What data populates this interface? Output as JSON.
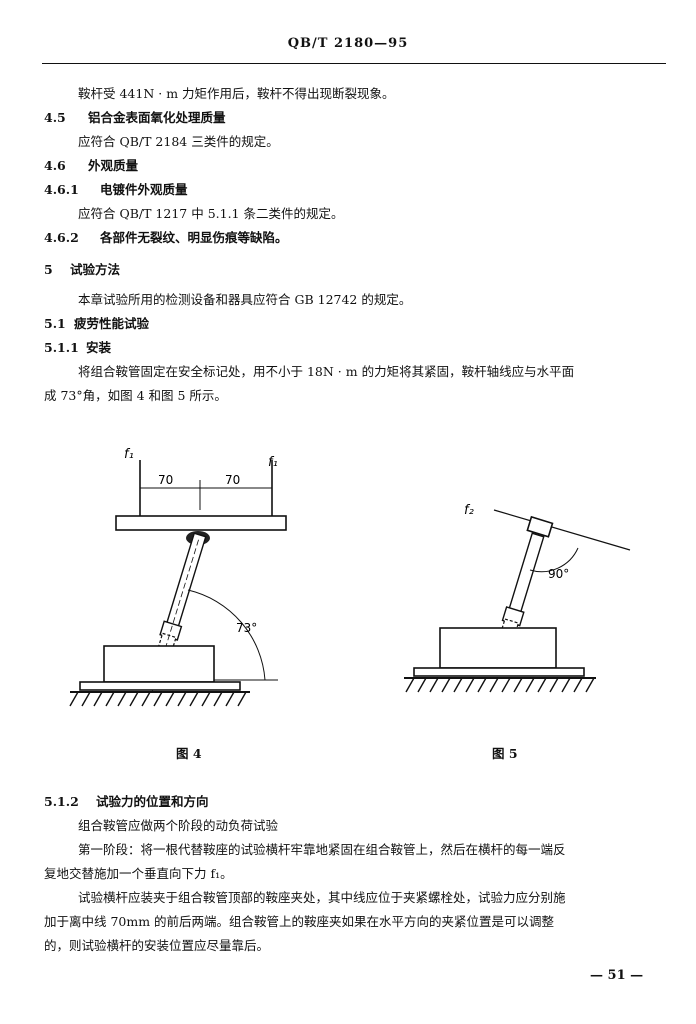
{
  "header": {
    "standard_code": "QB/T  2180—95"
  },
  "paragraphs": {
    "p1": "鞍杆受 441N · m 力矩作用后，鞍杆不得出现断裂现象。",
    "s45_num": "4.5",
    "s45_title": "铝合金表面氧化处理质量",
    "s45_body": "应符合 QB/T 2184 三类件的规定。",
    "s46_num": "4.6",
    "s46_title": "外观质量",
    "s461_num": "4.6.1",
    "s461_title": "电镀件外观质量",
    "s461_body": "应符合 QB/T 1217 中 5.1.1 条二类件的规定。",
    "s462_num": "4.6.2",
    "s462_body": "各部件无裂纹、明显伤痕等缺陷。",
    "s5_num": "5",
    "s5_title": "试验方法",
    "s5_body": "本章试验所用的检测设备和器具应符合 GB 12742 的规定。",
    "s51_num": "5.1",
    "s51_title": "疲劳性能试验",
    "s511_num": "5.1.1",
    "s511_title": "安装",
    "s511_body_1": "将组合鞍管固定在安全标记处，用不小于 18N · m 的力矩将其紧固，鞍杆轴线应与水平面",
    "s511_body_2": "成 73°角，如图 4 和图 5 所示。",
    "s512_num": "5.1.2",
    "s512_title": "试验力的位置和方向",
    "s512_body_1": "组合鞍管应做两个阶段的动负荷试验",
    "s512_body_2": "第一阶段：将一根代替鞍座的试验横杆牢靠地紧固在组合鞍管上，然后在横杆的每一端反",
    "s512_body_3": "复地交替施加一个垂直向下力 f₁。",
    "s512_body_4": "试验横杆应装夹于组合鞍管顶部的鞍座夹处，其中线应位于夹紧螺栓处，试验力应分别施",
    "s512_body_5": "加于离中线 70mm 的前后两端。组合鞍管上的鞍座夹如果在水平方向的夹紧位置是可以调整",
    "s512_body_6": "的，则试验横杆的安装位置应尽量靠后。"
  },
  "figures": {
    "fig4": {
      "caption": "图 4",
      "force_left": "f₁",
      "force_right": "f₁",
      "dim_left": "70",
      "dim_right": "70",
      "angle": "73°"
    },
    "fig5": {
      "caption": "图   5",
      "force": "f₂",
      "angle": "90°"
    }
  },
  "footer": {
    "page_number": "— 51 —"
  }
}
